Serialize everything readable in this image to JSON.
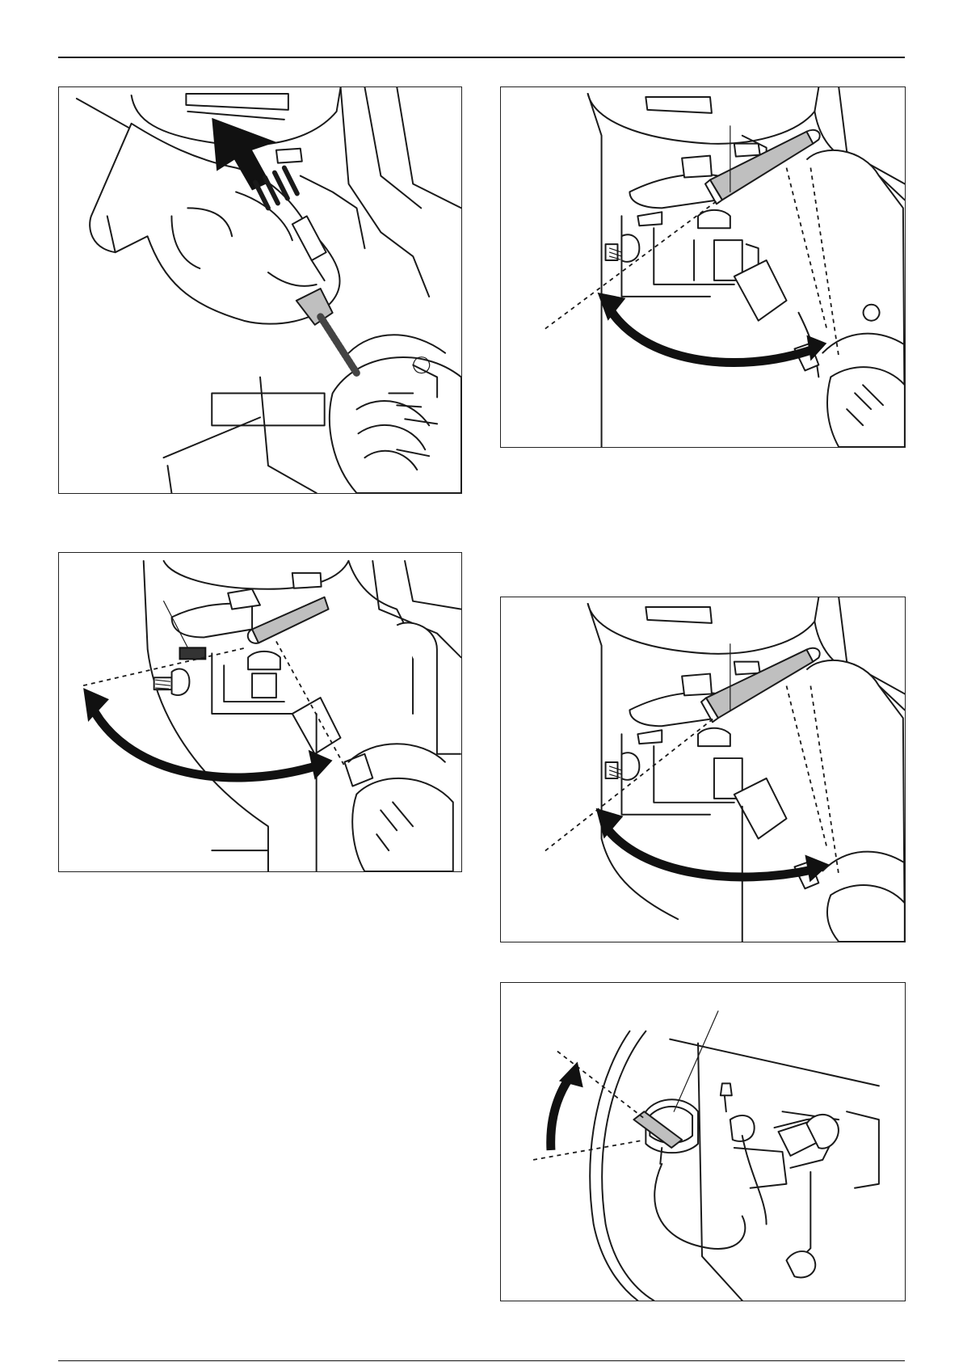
{
  "figures": [
    {
      "id": "fig1",
      "icons": [
        "gloved-hand-icon",
        "spark-plug-cap-icon",
        "pull-arrow-icon"
      ]
    },
    {
      "id": "fig2",
      "icons": [
        "gauge-tool-icon",
        "swing-arrow-icon"
      ]
    },
    {
      "id": "fig3",
      "icons": [
        "adjuster-block-icon",
        "swing-arrow-icon"
      ]
    },
    {
      "id": "fig4",
      "icons": [
        "gauge-tool-icon",
        "swing-arrow-icon"
      ]
    },
    {
      "id": "fig5",
      "icons": [
        "fuel-valve-knob-icon",
        "rotate-arrow-icon"
      ]
    }
  ],
  "colors": {
    "line": "#1a1a1a",
    "highlight": "#bfbfbf",
    "background": "#ffffff"
  }
}
